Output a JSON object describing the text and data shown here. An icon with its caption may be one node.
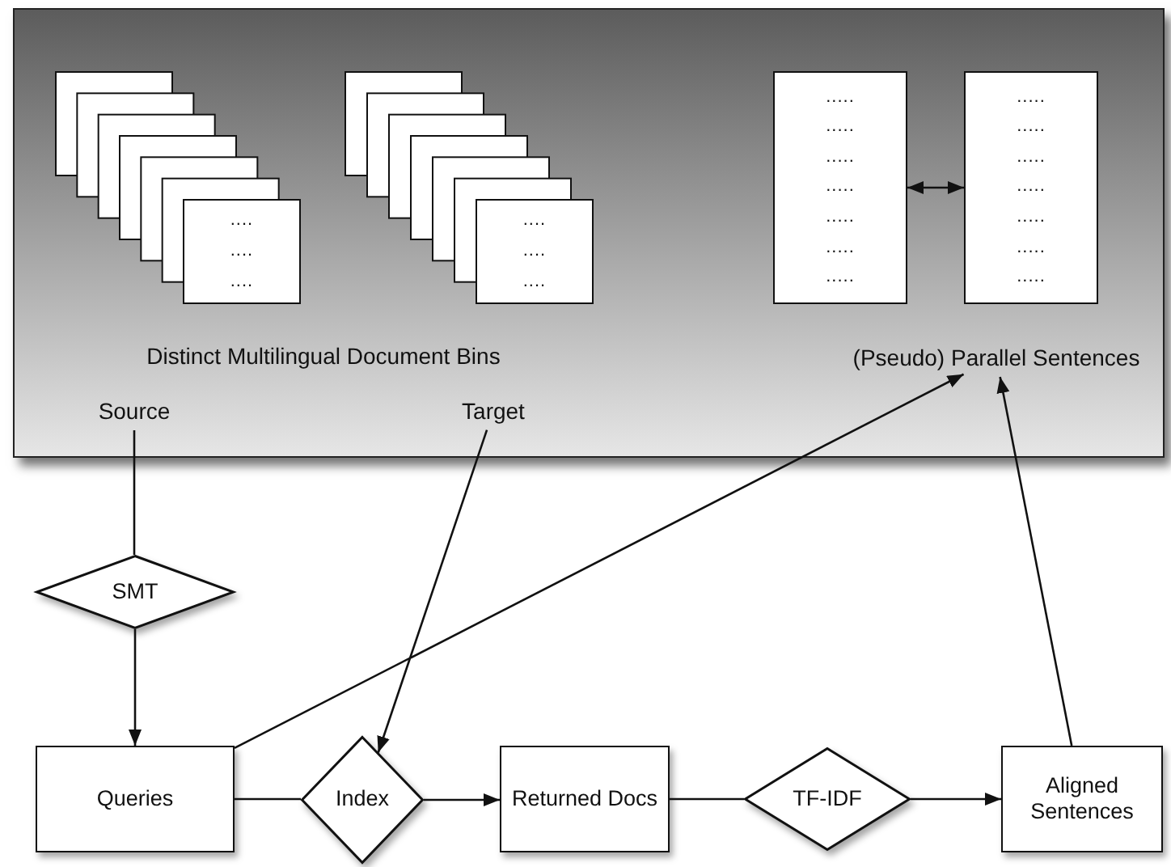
{
  "diagram": {
    "nodes": [
      {
        "text": [],
        "shape": "box"
      },
      {
        "text": [
          "....",
          "....",
          "...."
        ],
        "in": 0
      },
      {
        "text": [
          "....",
          "....",
          "...."
        ],
        "in": 0
      },
      {
        "text": [
          ".....",
          ".....",
          ".....",
          ".....",
          ".....",
          ".....",
          "....."
        ],
        "in": 0
      },
      {
        "text": [
          ".....",
          ".....",
          ".....",
          ".....",
          ".....",
          ".....",
          "....."
        ],
        "in": 0
      },
      {
        "text": [
          "(Pseudo) Parallel Sentences"
        ],
        "in": 0
      },
      {
        "text": [
          "Source"
        ],
        "in": 0
      },
      {
        "text": [
          "Target"
        ],
        "in": 0
      },
      {
        "text": [
          "SMT"
        ]
      },
      {
        "text": [
          "Queries"
        ]
      },
      {
        "text": [
          "Index"
        ]
      },
      {
        "text": [
          "Returned Docs"
        ]
      },
      {
        "text": [
          "TF-IDF"
        ]
      },
      {
        "text": [
          "Aligned Sentences"
        ]
      }
    ],
    "edges": [
      {
        "from": 3,
        "to": 4,
        "arrow": "both"
      },
      {
        "from": 6,
        "to": 8,
        "arrow": "none"
      },
      {
        "from": 8,
        "to": 9,
        "arrow": "to"
      },
      {
        "from": 7,
        "to": 10,
        "arrow": "to"
      },
      {
        "from": 9,
        "to": 10,
        "arrow": "none"
      },
      {
        "from": 10,
        "to": 11,
        "arrow": "to"
      },
      {
        "from": 11,
        "to": 12,
        "arrow": "none"
      },
      {
        "from": 12,
        "to": 13,
        "arrow": "to"
      },
      {
        "from": 9,
        "to": 5,
        "arrow": "to"
      },
      {
        "from": 13,
        "to": 5,
        "arrow": "to"
      }
    ],
    "labels": [
      "Distinct Multilingual Document Bins"
    ]
  }
}
